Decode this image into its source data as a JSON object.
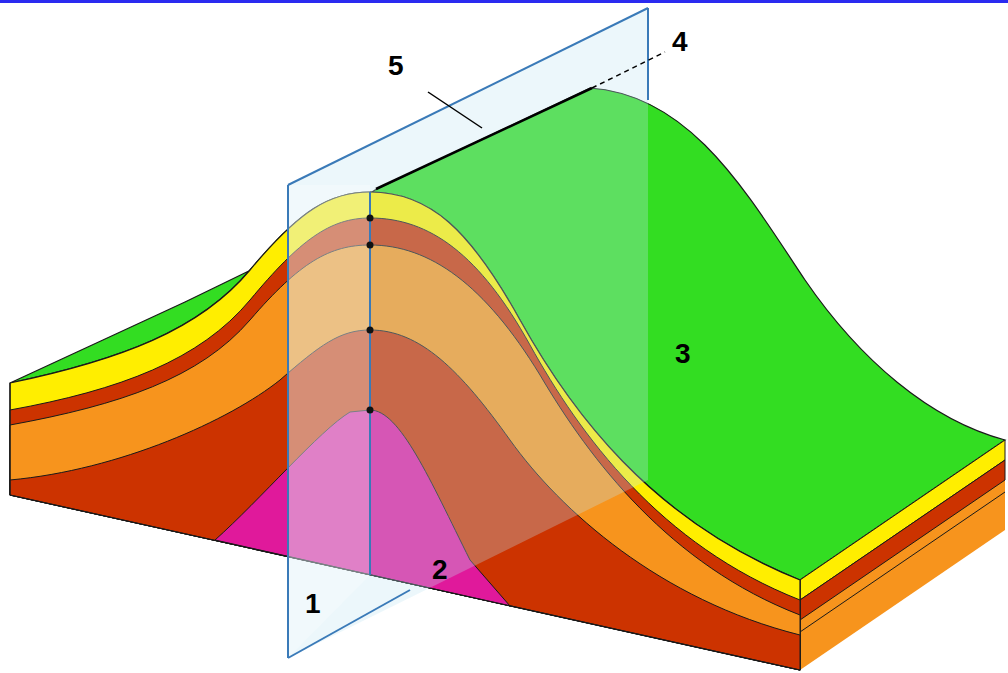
{
  "diagram": {
    "labels": [
      "5",
      "4",
      "3",
      "1",
      "2"
    ]
  }
}
